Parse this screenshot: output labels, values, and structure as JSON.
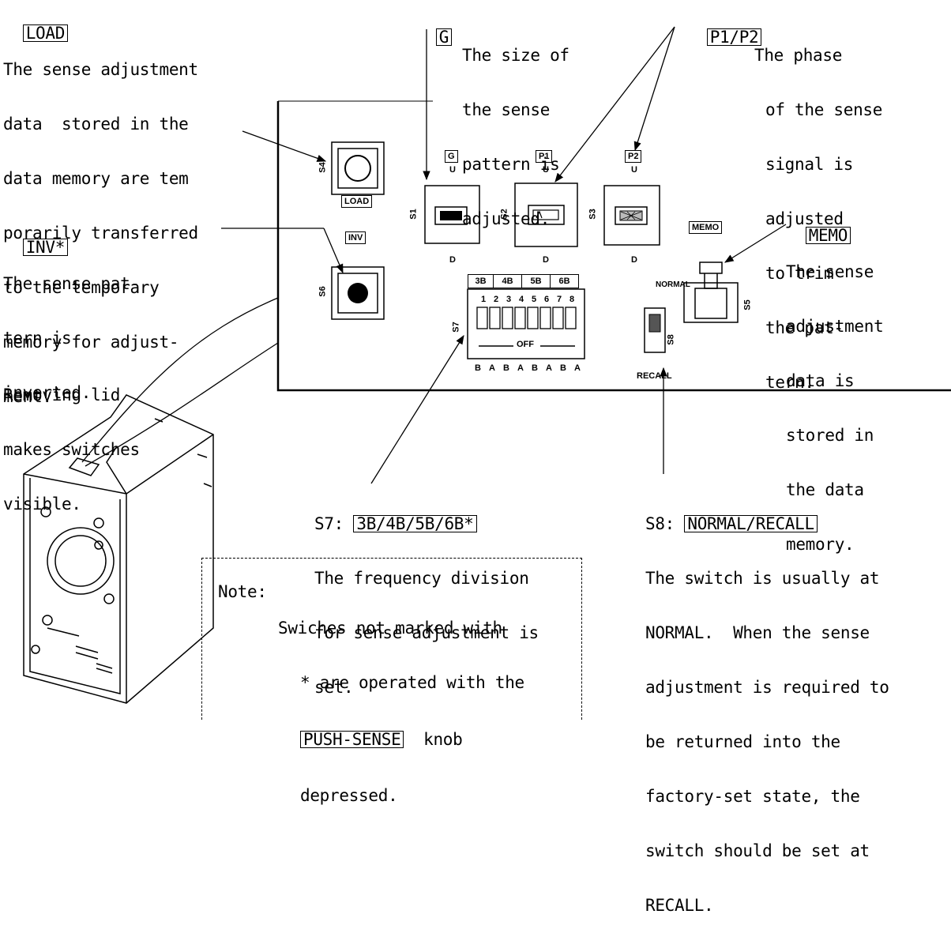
{
  "callouts": {
    "load": {
      "tag": "LOAD",
      "lines": [
        "The sense adjustment",
        "data  stored in the",
        "data memory are tem",
        "porarily transferred",
        "to the temporary",
        "memory for adjust-",
        "ment."
      ]
    },
    "g": {
      "tag": "G",
      "lines": [
        "The size of",
        "the sense",
        "pattern is",
        "adjusted."
      ]
    },
    "p1p2": {
      "tag": "P1/P2",
      "lines": [
        "The phase",
        "of the sense",
        "signal is",
        "adjusted",
        "to trim",
        "the pat-",
        "tern."
      ]
    },
    "inv": {
      "tag": "INV*",
      "lines": [
        "The sense pat-",
        "tern is",
        "inverted."
      ]
    },
    "memo": {
      "tag": "MEMO",
      "lines": [
        "The sense",
        "adjustment",
        "data is",
        "stored in",
        "the data",
        "memory."
      ]
    },
    "lid": {
      "lines": [
        "Removing lid",
        "makes switches",
        "visible."
      ]
    },
    "s7": {
      "prefix": "S7:",
      "tag": "3B/4B/5B/6B*",
      "lines": [
        "The frequency division",
        "for sense adjustment is",
        "set."
      ]
    },
    "s8": {
      "prefix": "S8:",
      "tag": "NORMAL/RECALL",
      "lines": [
        "The switch is usually at",
        "NORMAL.  When the sense",
        "adjustment is required to",
        "be returned into the",
        "factory-set state, the",
        "switch should be set at",
        "RECALL."
      ]
    }
  },
  "note": {
    "label": "Note:",
    "line1": "Swiches not marked with",
    "line2": "* are operated with the",
    "knob": "PUSH-SENSE",
    "after_knob": "knob",
    "line4": "depressed."
  },
  "panel": {
    "switch_ids": [
      "S4",
      "S1",
      "S2",
      "S3",
      "S6",
      "S7",
      "S8",
      "S5"
    ],
    "tags": {
      "load": "LOAD",
      "inv": "INV",
      "g": "G",
      "p1": "P1",
      "p2": "P2",
      "memo": "MEMO"
    },
    "up": "U",
    "down": "D",
    "dip_groups": [
      "3B",
      "4B",
      "5B",
      "6B"
    ],
    "dip_numbers": [
      "1",
      "2",
      "3",
      "4",
      "5",
      "6",
      "7",
      "8"
    ],
    "dip_off": "OFF",
    "dip_ab": [
      "B",
      "A",
      "B",
      "A",
      "B",
      "A",
      "B",
      "A"
    ],
    "normal": "NORMAL",
    "recall": "RECALL"
  }
}
